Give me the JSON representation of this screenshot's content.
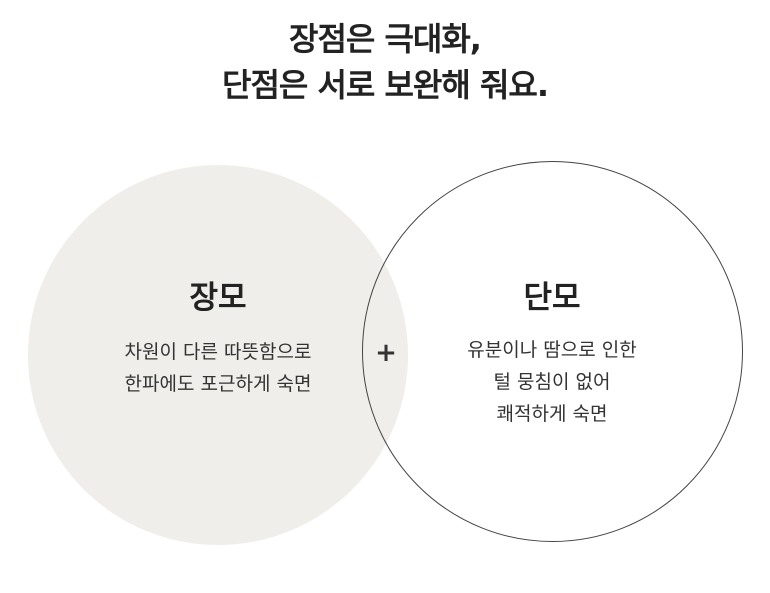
{
  "title": {
    "line1": "장점은 극대화,",
    "line2": "단점은 서로 보완해 줘요."
  },
  "left": {
    "heading": "장모",
    "lines": [
      "차원이 다른 따뜻함으로",
      "한파에도 포근하게 숙면"
    ],
    "fill": "#f0eeea"
  },
  "right": {
    "heading": "단모",
    "lines": [
      "유분이나 땀으로 인한",
      "털 뭉침이 없어",
      "쾌적하게 숙면"
    ]
  },
  "connector": "+"
}
